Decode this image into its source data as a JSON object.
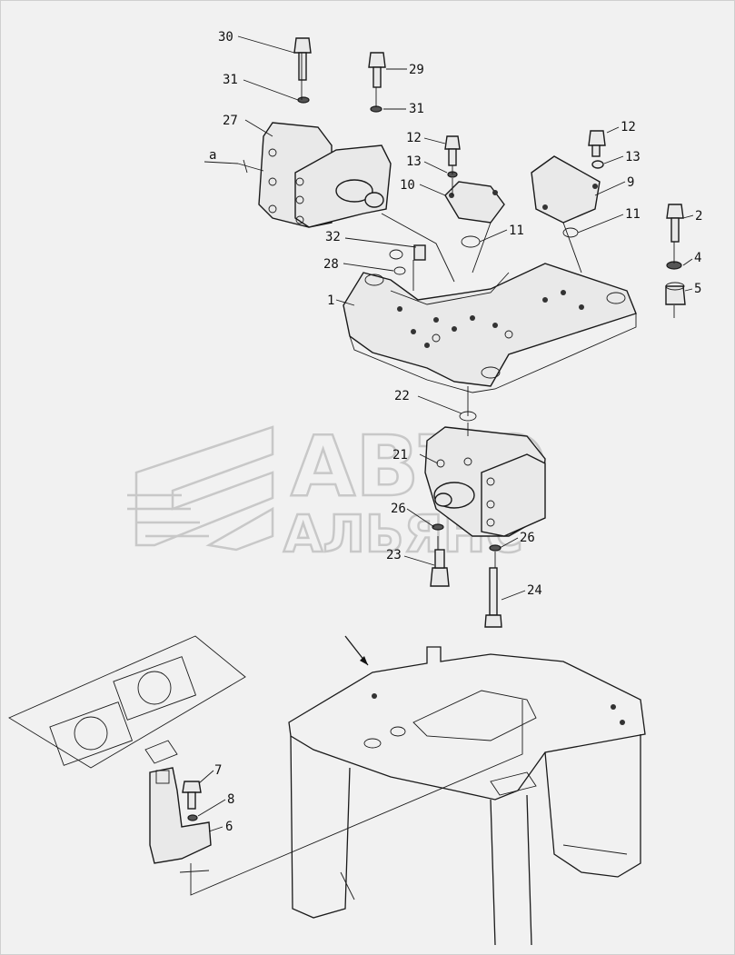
{
  "watermark": {
    "line1": "АВТО",
    "line2": "АЛЬЯНС"
  },
  "callouts": [
    {
      "id": "c30",
      "text": "30"
    },
    {
      "id": "c29",
      "text": "29"
    },
    {
      "id": "c31a",
      "text": "31"
    },
    {
      "id": "c31b",
      "text": "31"
    },
    {
      "id": "c27",
      "text": "27"
    },
    {
      "id": "ca",
      "text": "a"
    },
    {
      "id": "c12a",
      "text": "12"
    },
    {
      "id": "c12b",
      "text": "12"
    },
    {
      "id": "c13a",
      "text": "13"
    },
    {
      "id": "c13b",
      "text": "13"
    },
    {
      "id": "c10",
      "text": "10"
    },
    {
      "id": "c9",
      "text": "9"
    },
    {
      "id": "c11a",
      "text": "11"
    },
    {
      "id": "c11b",
      "text": "11"
    },
    {
      "id": "c2",
      "text": "2"
    },
    {
      "id": "c4",
      "text": "4"
    },
    {
      "id": "c5",
      "text": "5"
    },
    {
      "id": "c32",
      "text": "32"
    },
    {
      "id": "c28",
      "text": "28"
    },
    {
      "id": "c1",
      "text": "1"
    },
    {
      "id": "c22",
      "text": "22"
    },
    {
      "id": "c21",
      "text": "21"
    },
    {
      "id": "c26a",
      "text": "26"
    },
    {
      "id": "c26b",
      "text": "26"
    },
    {
      "id": "c23",
      "text": "23"
    },
    {
      "id": "c24",
      "text": "24"
    },
    {
      "id": "c7",
      "text": "7"
    },
    {
      "id": "c8",
      "text": "8"
    },
    {
      "id": "c6",
      "text": "6"
    }
  ]
}
